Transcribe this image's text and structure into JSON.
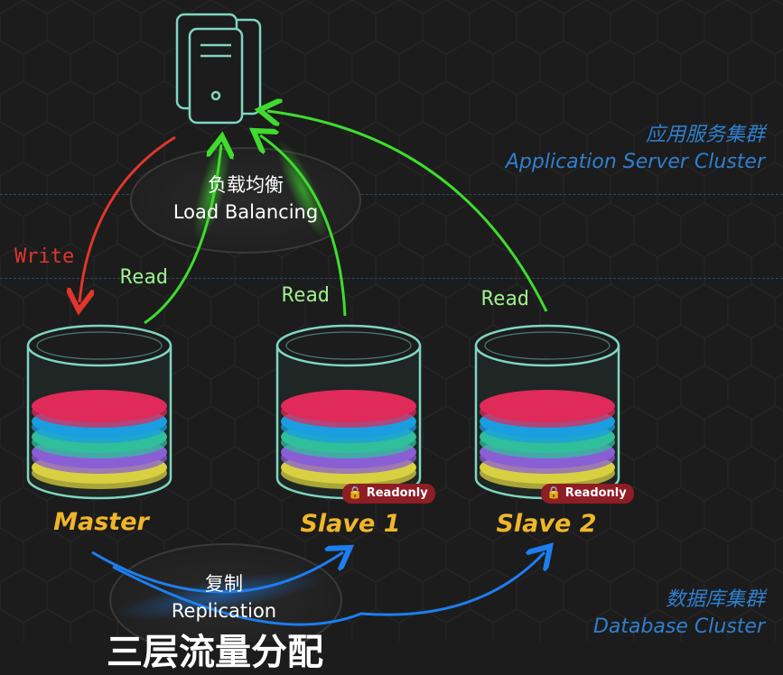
{
  "zones": {
    "app": {
      "zh": "应用服务集群",
      "en": "Application Server Cluster"
    },
    "db": {
      "zh": "数据库集群",
      "en": "Database Cluster"
    }
  },
  "load_balancer": {
    "zh": "负载均衡",
    "en": "Load Balancing"
  },
  "replication": {
    "zh": "复制",
    "en": "Replication"
  },
  "labels": {
    "write": "Write",
    "read": "Read"
  },
  "databases": [
    {
      "name": "Master",
      "badge": ""
    },
    {
      "name": "Slave 1",
      "badge": "Readonly"
    },
    {
      "name": "Slave 2",
      "badge": "Readonly"
    }
  ],
  "bottom_partial": "三层流量分配",
  "colors": {
    "write_arrow": "#e0362c",
    "read_arrow": "#3fdc2e",
    "replication_arrow": "#1d7ef0",
    "db_outline": "#7fd6c0",
    "accent_yellow": "#f0b62a",
    "badge": "#8f1d24"
  },
  "icons": {
    "server": "server-icon",
    "lock": "lock-icon"
  }
}
